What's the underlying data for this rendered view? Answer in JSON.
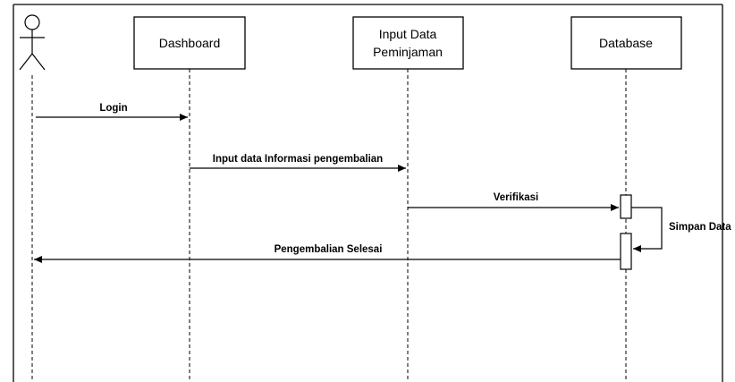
{
  "diagram": {
    "type": "sequence",
    "participants": [
      {
        "id": "actor",
        "kind": "actor",
        "label": ""
      },
      {
        "id": "dashboard",
        "kind": "object",
        "label": "Dashboard"
      },
      {
        "id": "input",
        "kind": "object",
        "label_line1": "Input Data",
        "label_line2": "Peminjaman"
      },
      {
        "id": "database",
        "kind": "object",
        "label": "Database"
      }
    ],
    "messages": [
      {
        "from": "actor",
        "to": "dashboard",
        "label": "Login"
      },
      {
        "from": "dashboard",
        "to": "input",
        "label": "Input data Informasi pengembalian"
      },
      {
        "from": "input",
        "to": "database",
        "label": "Verifikasi"
      },
      {
        "from": "database",
        "to": "database",
        "label": "Simpan Data",
        "self": true
      },
      {
        "from": "database",
        "to": "actor",
        "label": "Pengembalian Selesai"
      }
    ],
    "colors": {
      "line": "#000000",
      "background": "#ffffff",
      "activation_fill": "#ffffff"
    }
  }
}
